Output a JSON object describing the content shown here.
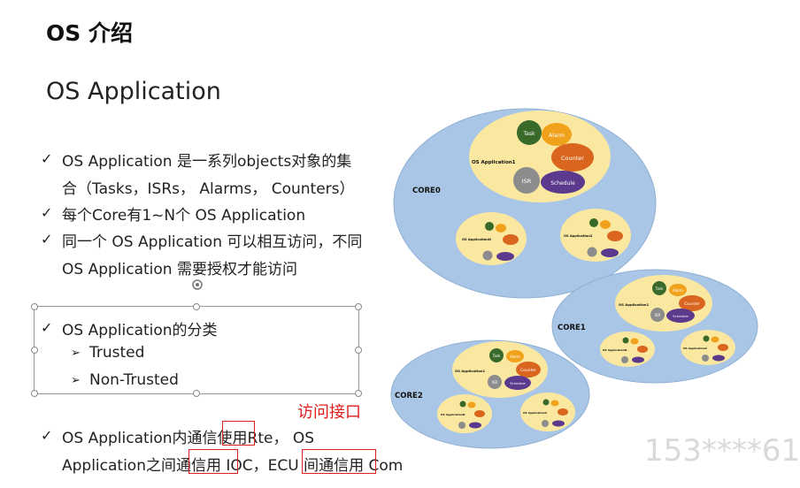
{
  "slide": {
    "title": "OS 介绍",
    "subtitle": "OS  Application"
  },
  "bullets": {
    "b1_line1": "OS  Application 是一系列objects对象的集",
    "b1_line2": "合（Tasks，ISRs，  Alarms，  Counters）",
    "b2": "每个Core有1~N个 OS  Application",
    "b3_line1": "同一个 OS  Application 可以相互访问，不同",
    "b3_line2": "OS  Application 需要授权才能访问",
    "b4": "OS  Application的分类",
    "b4_sub1": "Trusted",
    "b4_sub2": "Non-Trusted",
    "b5_line1": "OS  Application内通信使用Rte，  OS",
    "b5_line2": "Application之间通信用 IOC，ECU 间通信用 Com"
  },
  "annotation": {
    "label": "访问接口"
  },
  "watermark": "153****61",
  "diagram": {
    "core0": "CORE0",
    "core1": "CORE1",
    "core2": "CORE2",
    "app1": "OS Application1",
    "appN": "OS ApplicationN",
    "app2": "OS Application2",
    "task": "Task",
    "alarm": "Alarm",
    "counter": "Counter",
    "isr": "ISR",
    "schedule": "Schedule",
    "colors": {
      "core": "#a9c6e6",
      "app": "#fae8a0",
      "task": "#3a6a2a",
      "alarm": "#f1a21c",
      "counter": "#d9651e",
      "isr": "#8c8c8c",
      "schedule": "#5b3a8e"
    }
  }
}
